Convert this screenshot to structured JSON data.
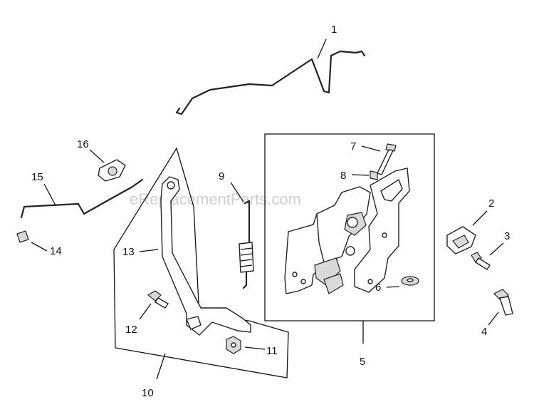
{
  "watermark": "eReplacementParts.com",
  "callouts": {
    "c1": "1",
    "c2": "2",
    "c3": "3",
    "c4": "4",
    "c5": "5",
    "c6": "6",
    "c7": "7",
    "c8": "8",
    "c9": "9",
    "c10": "10",
    "c11": "11",
    "c12": "12",
    "c13": "13",
    "c14": "14",
    "c15": "15",
    "c16": "16"
  }
}
